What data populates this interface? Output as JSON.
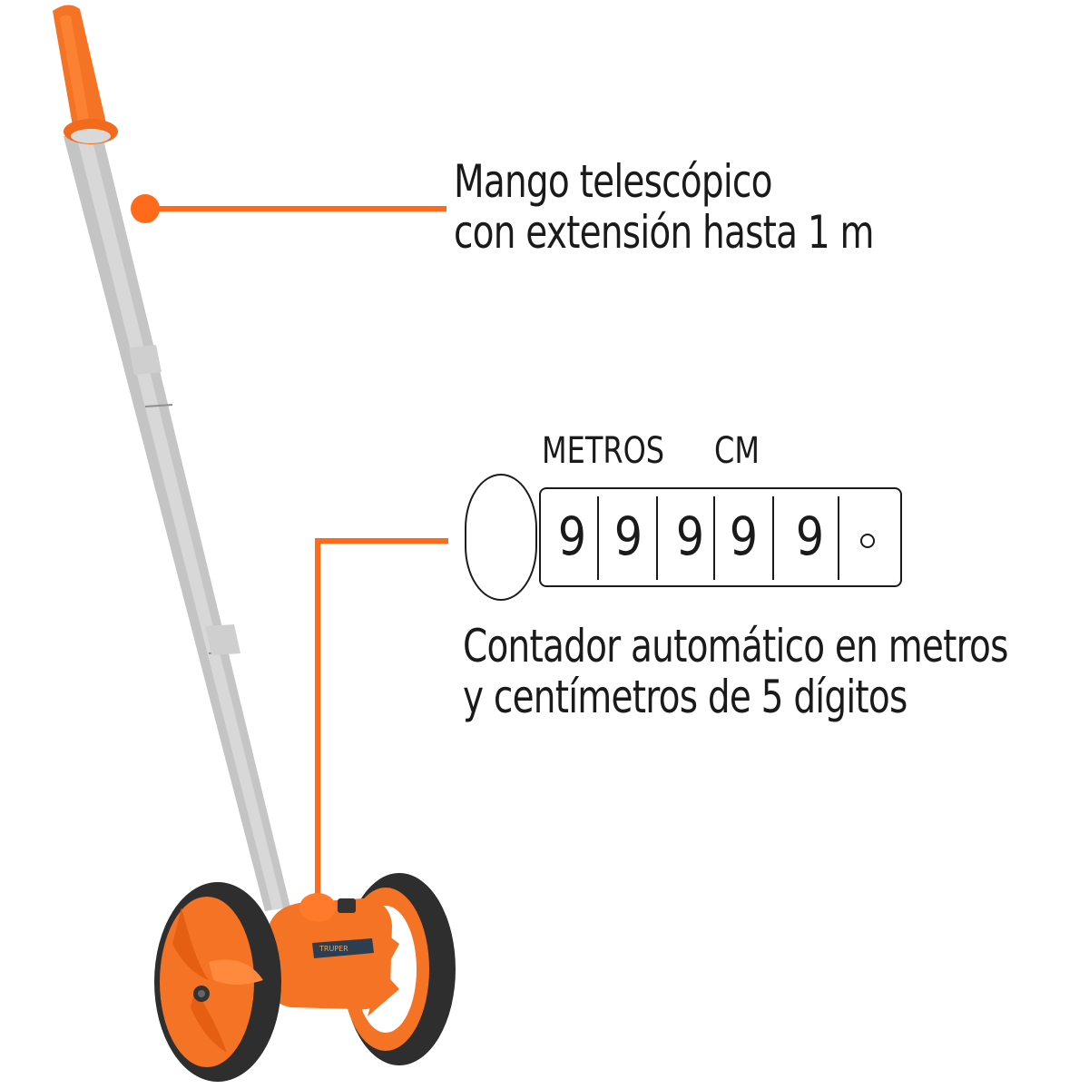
{
  "product": {
    "name": "measuring-wheel",
    "brand_label": "TRUPER",
    "colors": {
      "accent": "#FF6B1A",
      "handle": "#F57324",
      "pole": "#D9D9D9",
      "tire": "#2E2E2E",
      "label_plate": "#2C3E50"
    }
  },
  "callouts": {
    "handle": {
      "line1": "Mango telescópico",
      "line2": "con extensión hasta 1 m"
    },
    "counter": {
      "label_meters": "METROS",
      "label_cm": "CM",
      "digits": [
        "9",
        "9",
        "9",
        "9",
        "9"
      ],
      "indicator": "○",
      "line1": "Contador automático en metros",
      "line2": "y centímetros de 5 dígitos"
    }
  }
}
